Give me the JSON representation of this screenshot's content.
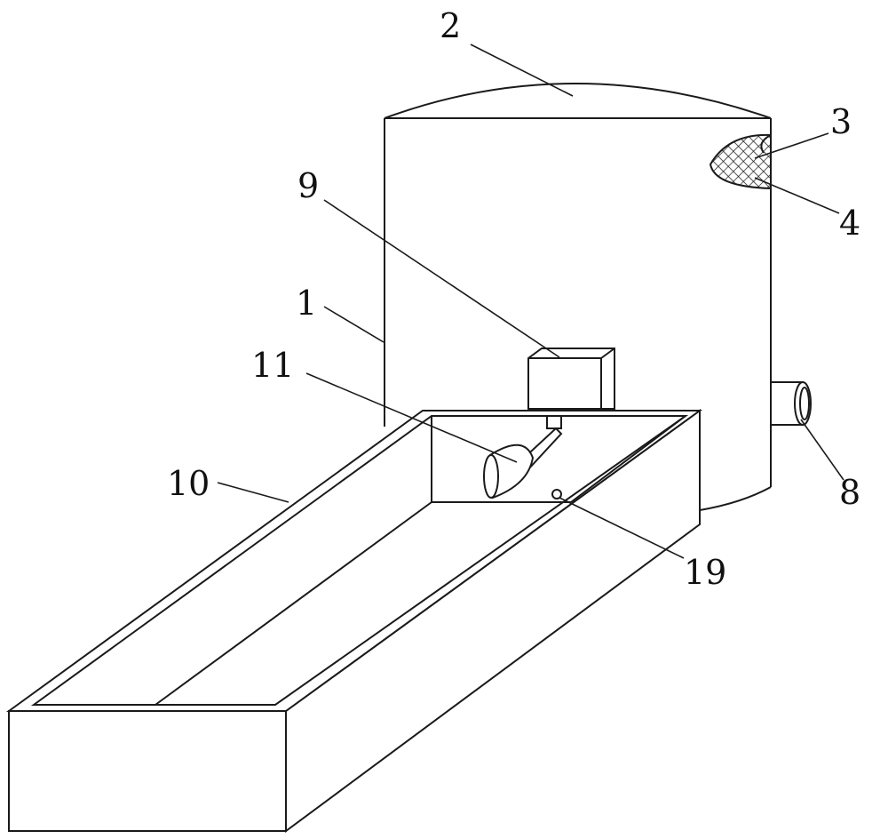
{
  "figure": {
    "labels": [
      {
        "id": "tank",
        "text": "1"
      },
      {
        "id": "dome-cover",
        "text": "2"
      },
      {
        "id": "vent",
        "text": "3"
      },
      {
        "id": "mesh",
        "text": "4"
      },
      {
        "id": "outlet-pipe",
        "text": "8"
      },
      {
        "id": "motor-box",
        "text": "9"
      },
      {
        "id": "trough",
        "text": "10"
      },
      {
        "id": "scoop",
        "text": "11"
      },
      {
        "id": "hole",
        "text": "19"
      }
    ]
  }
}
